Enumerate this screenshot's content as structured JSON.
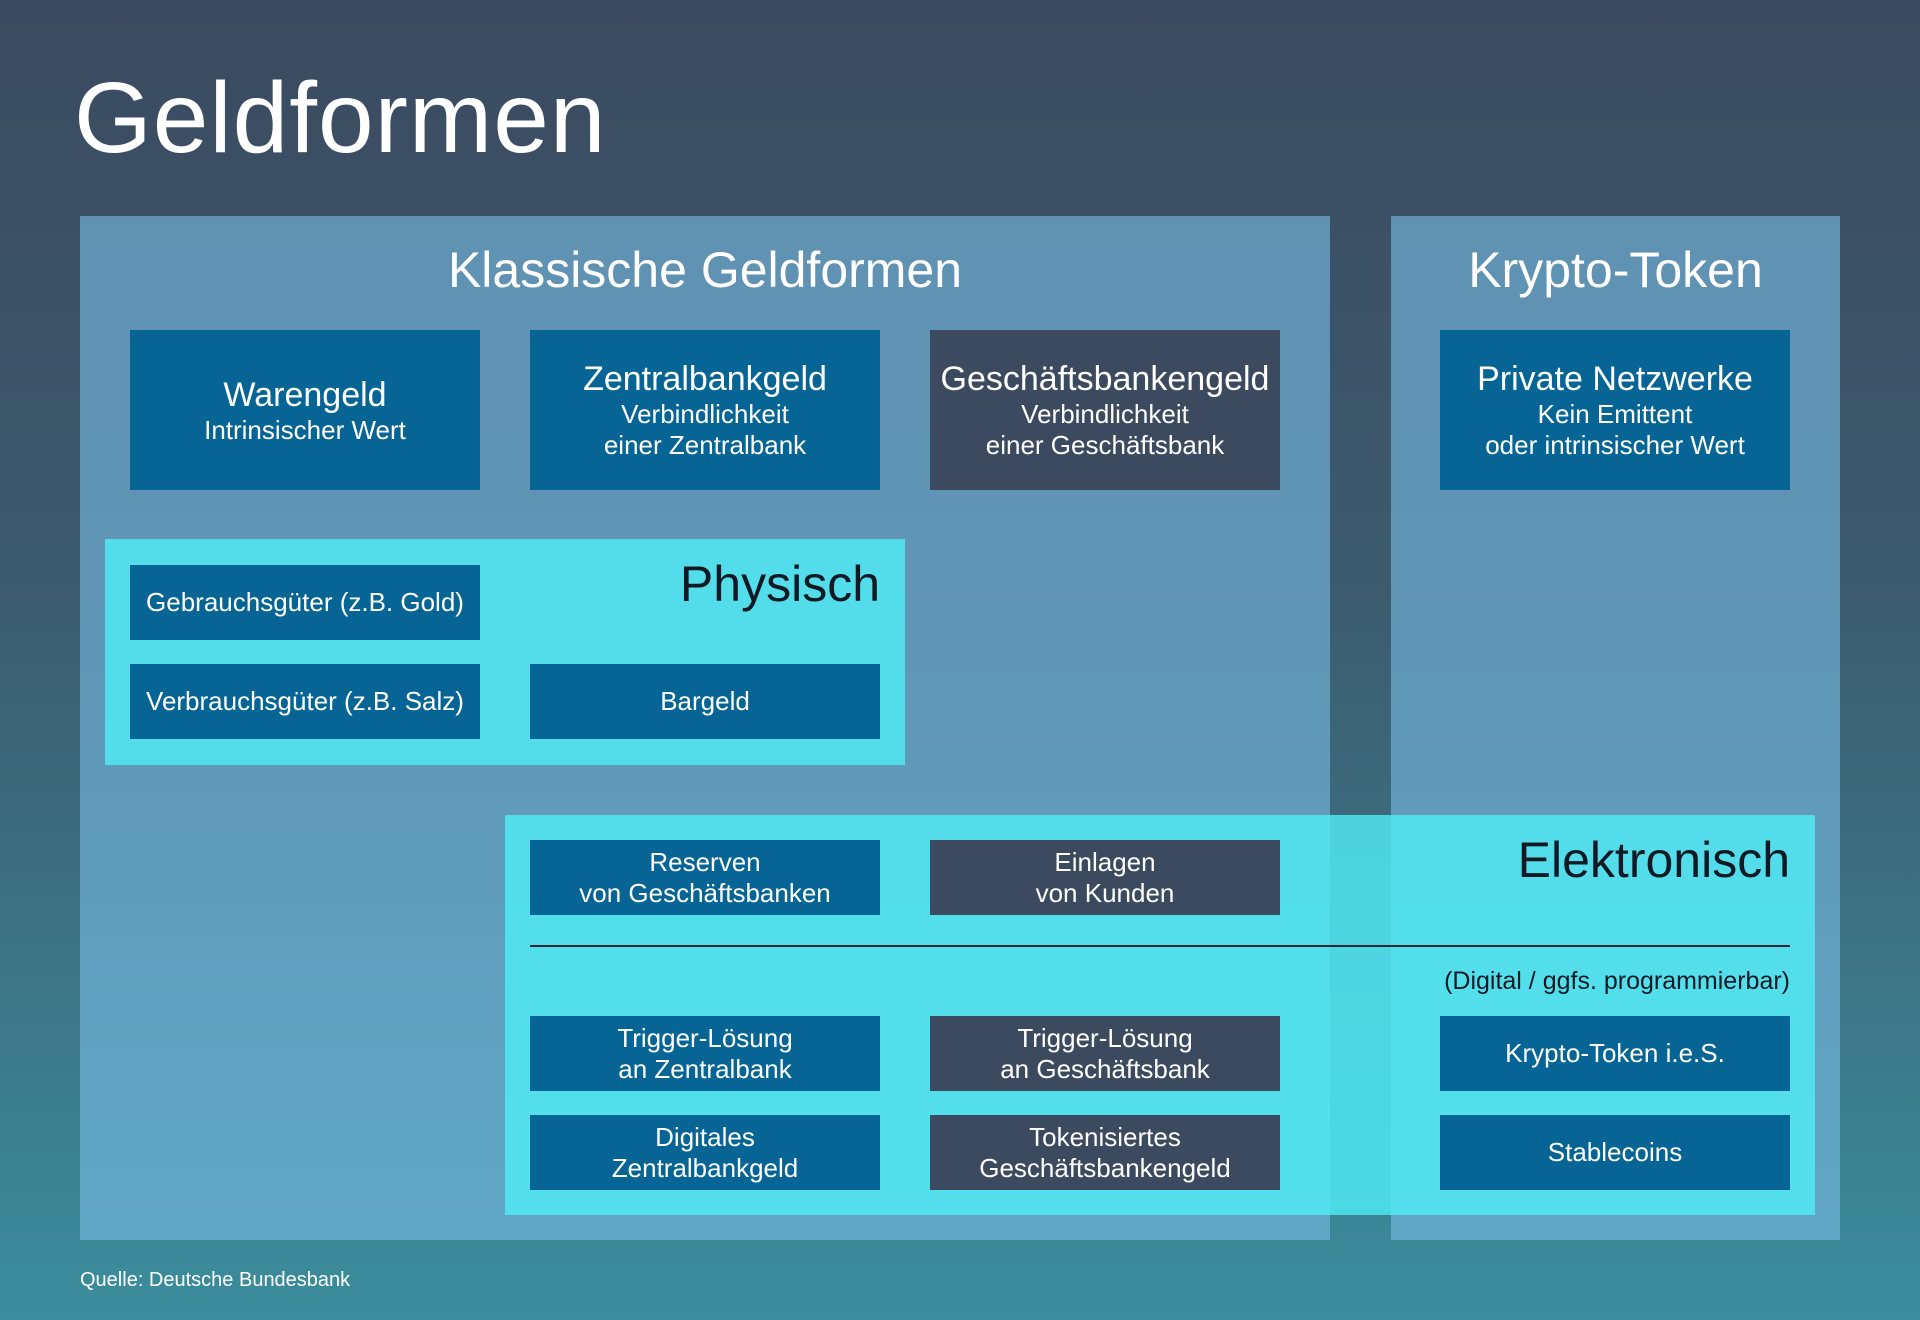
{
  "title": "Geldformen",
  "groups": {
    "klassisch": {
      "title": "Klassische Geldformen"
    },
    "krypto": {
      "title": "Krypto-Token"
    }
  },
  "top_boxes": {
    "warengeld": {
      "head": "Warengeld",
      "sub1": "Intrinsischer Wert",
      "sub2": ""
    },
    "zentralbankgeld": {
      "head": "Zentralbankgeld",
      "sub1": "Verbindlichkeit",
      "sub2": "einer Zentralbank"
    },
    "geschaeftsbankengeld": {
      "head": "Geschäftsbankengeld",
      "sub1": "Verbindlichkeit",
      "sub2": "einer Geschäftsbank"
    },
    "private_netzwerke": {
      "head": "Private Netzwerke",
      "sub1": "Kein Emittent",
      "sub2": "oder intrinsischer Wert"
    }
  },
  "physisch": {
    "title": "Physisch",
    "items": {
      "gebrauchsgueter": "Gebrauchsgüter (z.B. Gold)",
      "verbrauchsgueter": "Verbrauchsgüter (z.B. Salz)",
      "bargeld": "Bargeld"
    }
  },
  "elektronisch": {
    "title": "Elektronisch",
    "note": "(Digital / ggfs. programmierbar)",
    "items": {
      "reserven": {
        "line1": "Reserven",
        "line2": "von Geschäftsbanken"
      },
      "einlagen": {
        "line1": "Einlagen",
        "line2": "von Kunden"
      },
      "trigger_zentralbank": {
        "line1": "Trigger-Lösung",
        "line2": "an Zentralbank"
      },
      "trigger_geschaeftsbank": {
        "line1": "Trigger-Lösung",
        "line2": "an Geschäftsbank"
      },
      "digitales_zbg": {
        "line1": "Digitales",
        "line2": "Zentralbankgeld"
      },
      "tokenisiertes_gbg": {
        "line1": "Tokenisiertes",
        "line2": "Geschäftsbankengeld"
      },
      "krypto_token_ies": {
        "line1": "Krypto-Token i.e.S.",
        "line2": ""
      },
      "stablecoins": {
        "line1": "Stablecoins",
        "line2": ""
      }
    }
  },
  "source": "Quelle: Deutsche Bundesbank",
  "colors": {
    "box_blue": "#066594",
    "box_dark": "#3b4a5e",
    "group_panel": "#78b9e2",
    "band": "#50eef6"
  }
}
